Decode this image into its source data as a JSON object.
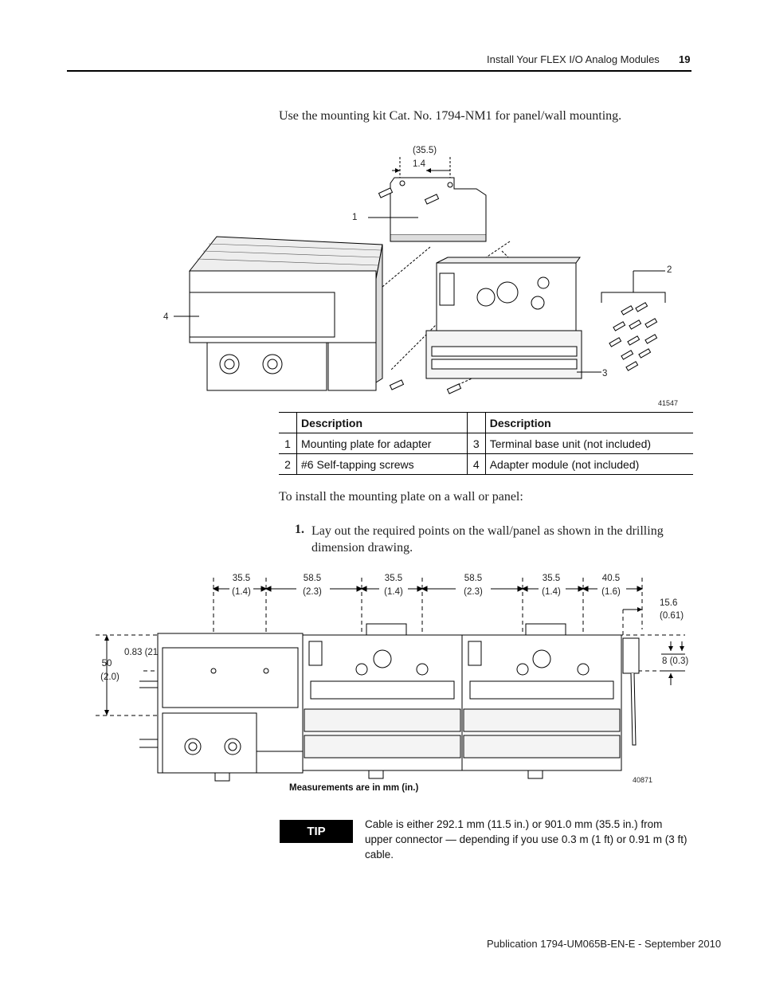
{
  "header": {
    "section_title": "Install Your FLEX I/O Analog Modules",
    "page_number": "19"
  },
  "intro_text": "Use the mounting kit Cat. No. 1794-NM1 for panel/wall mounting.",
  "figure1": {
    "dim_mm": "(35.5)",
    "dim_in": "1.4",
    "callouts": [
      "1",
      "2",
      "3",
      "4"
    ],
    "figure_id": "41547"
  },
  "table": {
    "header_num": "",
    "header_desc": "Description",
    "rows": [
      {
        "n1": "1",
        "d1": "Mounting plate for adapter",
        "n2": "3",
        "d2": "Terminal base unit (not included)"
      },
      {
        "n1": "2",
        "d1": "#6 Self-tapping screws",
        "n2": "4",
        "d2": "Adapter module (not included)"
      }
    ]
  },
  "install_intro": "To install the mounting plate on a wall or panel:",
  "step1": {
    "number": "1.",
    "text": "Lay out the required points on the wall/panel as shown in the drilling dimension drawing."
  },
  "figure2": {
    "top_dims": [
      {
        "mm": "35.5",
        "in": "(1.4)"
      },
      {
        "mm": "58.5",
        "in": "(2.3)"
      },
      {
        "mm": "35.5",
        "in": "(1.4)"
      },
      {
        "mm": "58.5",
        "in": "(2.3)"
      },
      {
        "mm": "35.5",
        "in": "(1.4)"
      },
      {
        "mm": "40.5",
        "in": "(1.6)"
      }
    ],
    "right_dim_mm": "15.6",
    "right_dim_in": "(0.61)",
    "left_small_dim": "0.83 (21)",
    "height_mm": "50",
    "height_in": "(2.0)",
    "right_small_dim": "8 (0.3)",
    "caption": "Measurements are in mm (in.)",
    "figure_id": "40871"
  },
  "tip": {
    "label": "TIP",
    "text": "Cable is either 292.1 mm (11.5 in.) or 901.0 mm (35.5 in.) from upper connector — depending if you use 0.3 m (1 ft) or 0.91 m (3 ft) cable."
  },
  "footer": {
    "publication": "Publication 1794-UM065B-EN-E - September 2010"
  }
}
